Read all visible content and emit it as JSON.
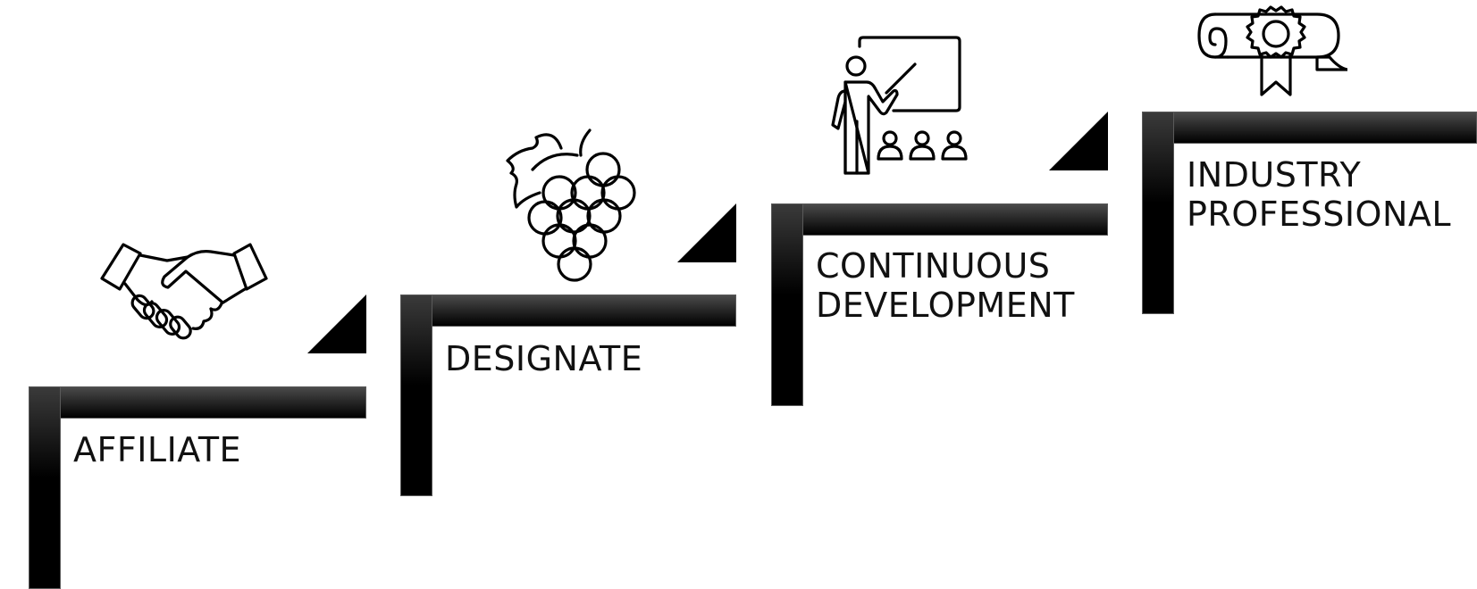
{
  "steps": [
    {
      "label": "AFFILIATE",
      "icon": "handshake-icon"
    },
    {
      "label": "DESIGNATE",
      "icon": "grapes-icon"
    },
    {
      "label": "CONTINUOUS\nDEVELOPMENT",
      "icon": "teacher-presentation-icon"
    },
    {
      "label": "INDUSTRY\nPROFESSIONAL",
      "icon": "diploma-certificate-icon"
    }
  ],
  "colors": {
    "bar_top": "#4a4a4a",
    "bar_bottom": "#000000",
    "text": "#111111",
    "background": "#ffffff"
  }
}
